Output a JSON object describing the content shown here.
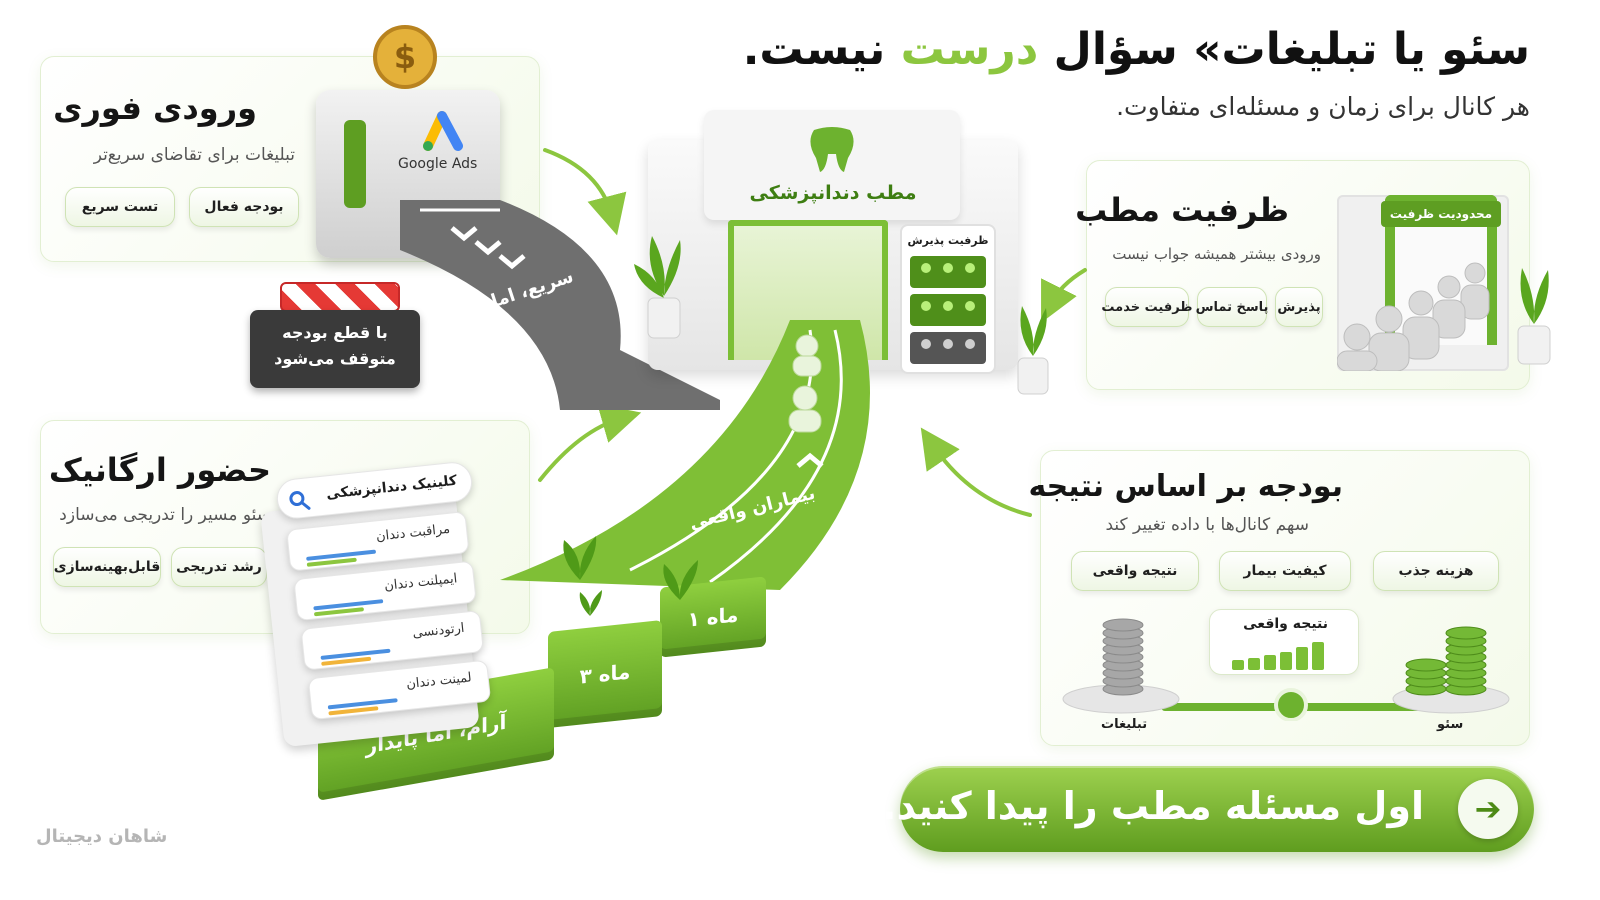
{
  "headline": {
    "part1": "سئو یا تبلیغات» سؤال ",
    "accent": "درست",
    "part2": " نیست.",
    "subtitle": "هر کانال برای زمان و مسئله‌ای متفاوت."
  },
  "card_instant": {
    "title": "ورودی فوری",
    "subtitle": "تبلیغات برای تقاضای سریع‌تر",
    "pills": [
      "بودجه فعال",
      "تست سریع"
    ]
  },
  "card_organic": {
    "title": "حضور ارگانیک",
    "subtitle": "سئو مسیر را تدریجی می‌سازد",
    "pills": [
      "رشد تدریجی",
      "قابل‌بهینه‌سازی"
    ]
  },
  "card_capacity": {
    "title": "ظرفیت مطب",
    "subtitle": "ورودی بیشتر همیشه جواب نیست",
    "pills": [
      "پذیرش",
      "پاسخ تماس",
      "ظرفیت خدمت"
    ],
    "door_sign": "محدودیت ظرفیت"
  },
  "card_budget": {
    "title": "بودجه بر اساس نتیجه",
    "subtitle": "سهم کانال‌ها با داده تغییر کند",
    "pills": [
      "هزینه جذب",
      "کیفیت بیمار",
      "نتیجه واقعی"
    ],
    "result_label": "نتیجه واقعی",
    "left_scale": "تبلیغات",
    "right_scale": "سئو"
  },
  "illustration": {
    "google_ads": "Google Ads",
    "fast_road": "سریع، اما محدود",
    "barrier_sign": "با قطع بودجه متوقف می‌شود",
    "clinic_sign": "مطب دندانپزشکی",
    "reception_capacity": "ظرفیت پذیرش",
    "real_patients": "بیماران واقعی",
    "month1": "ماه ۱",
    "month3": "ماه ۳",
    "slow_road": "آرام، اما پایدار",
    "search_query": "کلینیک دندانپزشکی",
    "search_results": [
      "مراقبت دندان",
      "ایمپلنت دندان",
      "ارتودنسی",
      "لمینت دندان"
    ]
  },
  "cta": {
    "label": "اول مسئله مطب را پیدا کنید.",
    "arrow": "➔"
  },
  "watermark": "شاهان دیجیتال",
  "colors": {
    "accent": "#8cc63f",
    "dark_green": "#5f9d1f"
  }
}
